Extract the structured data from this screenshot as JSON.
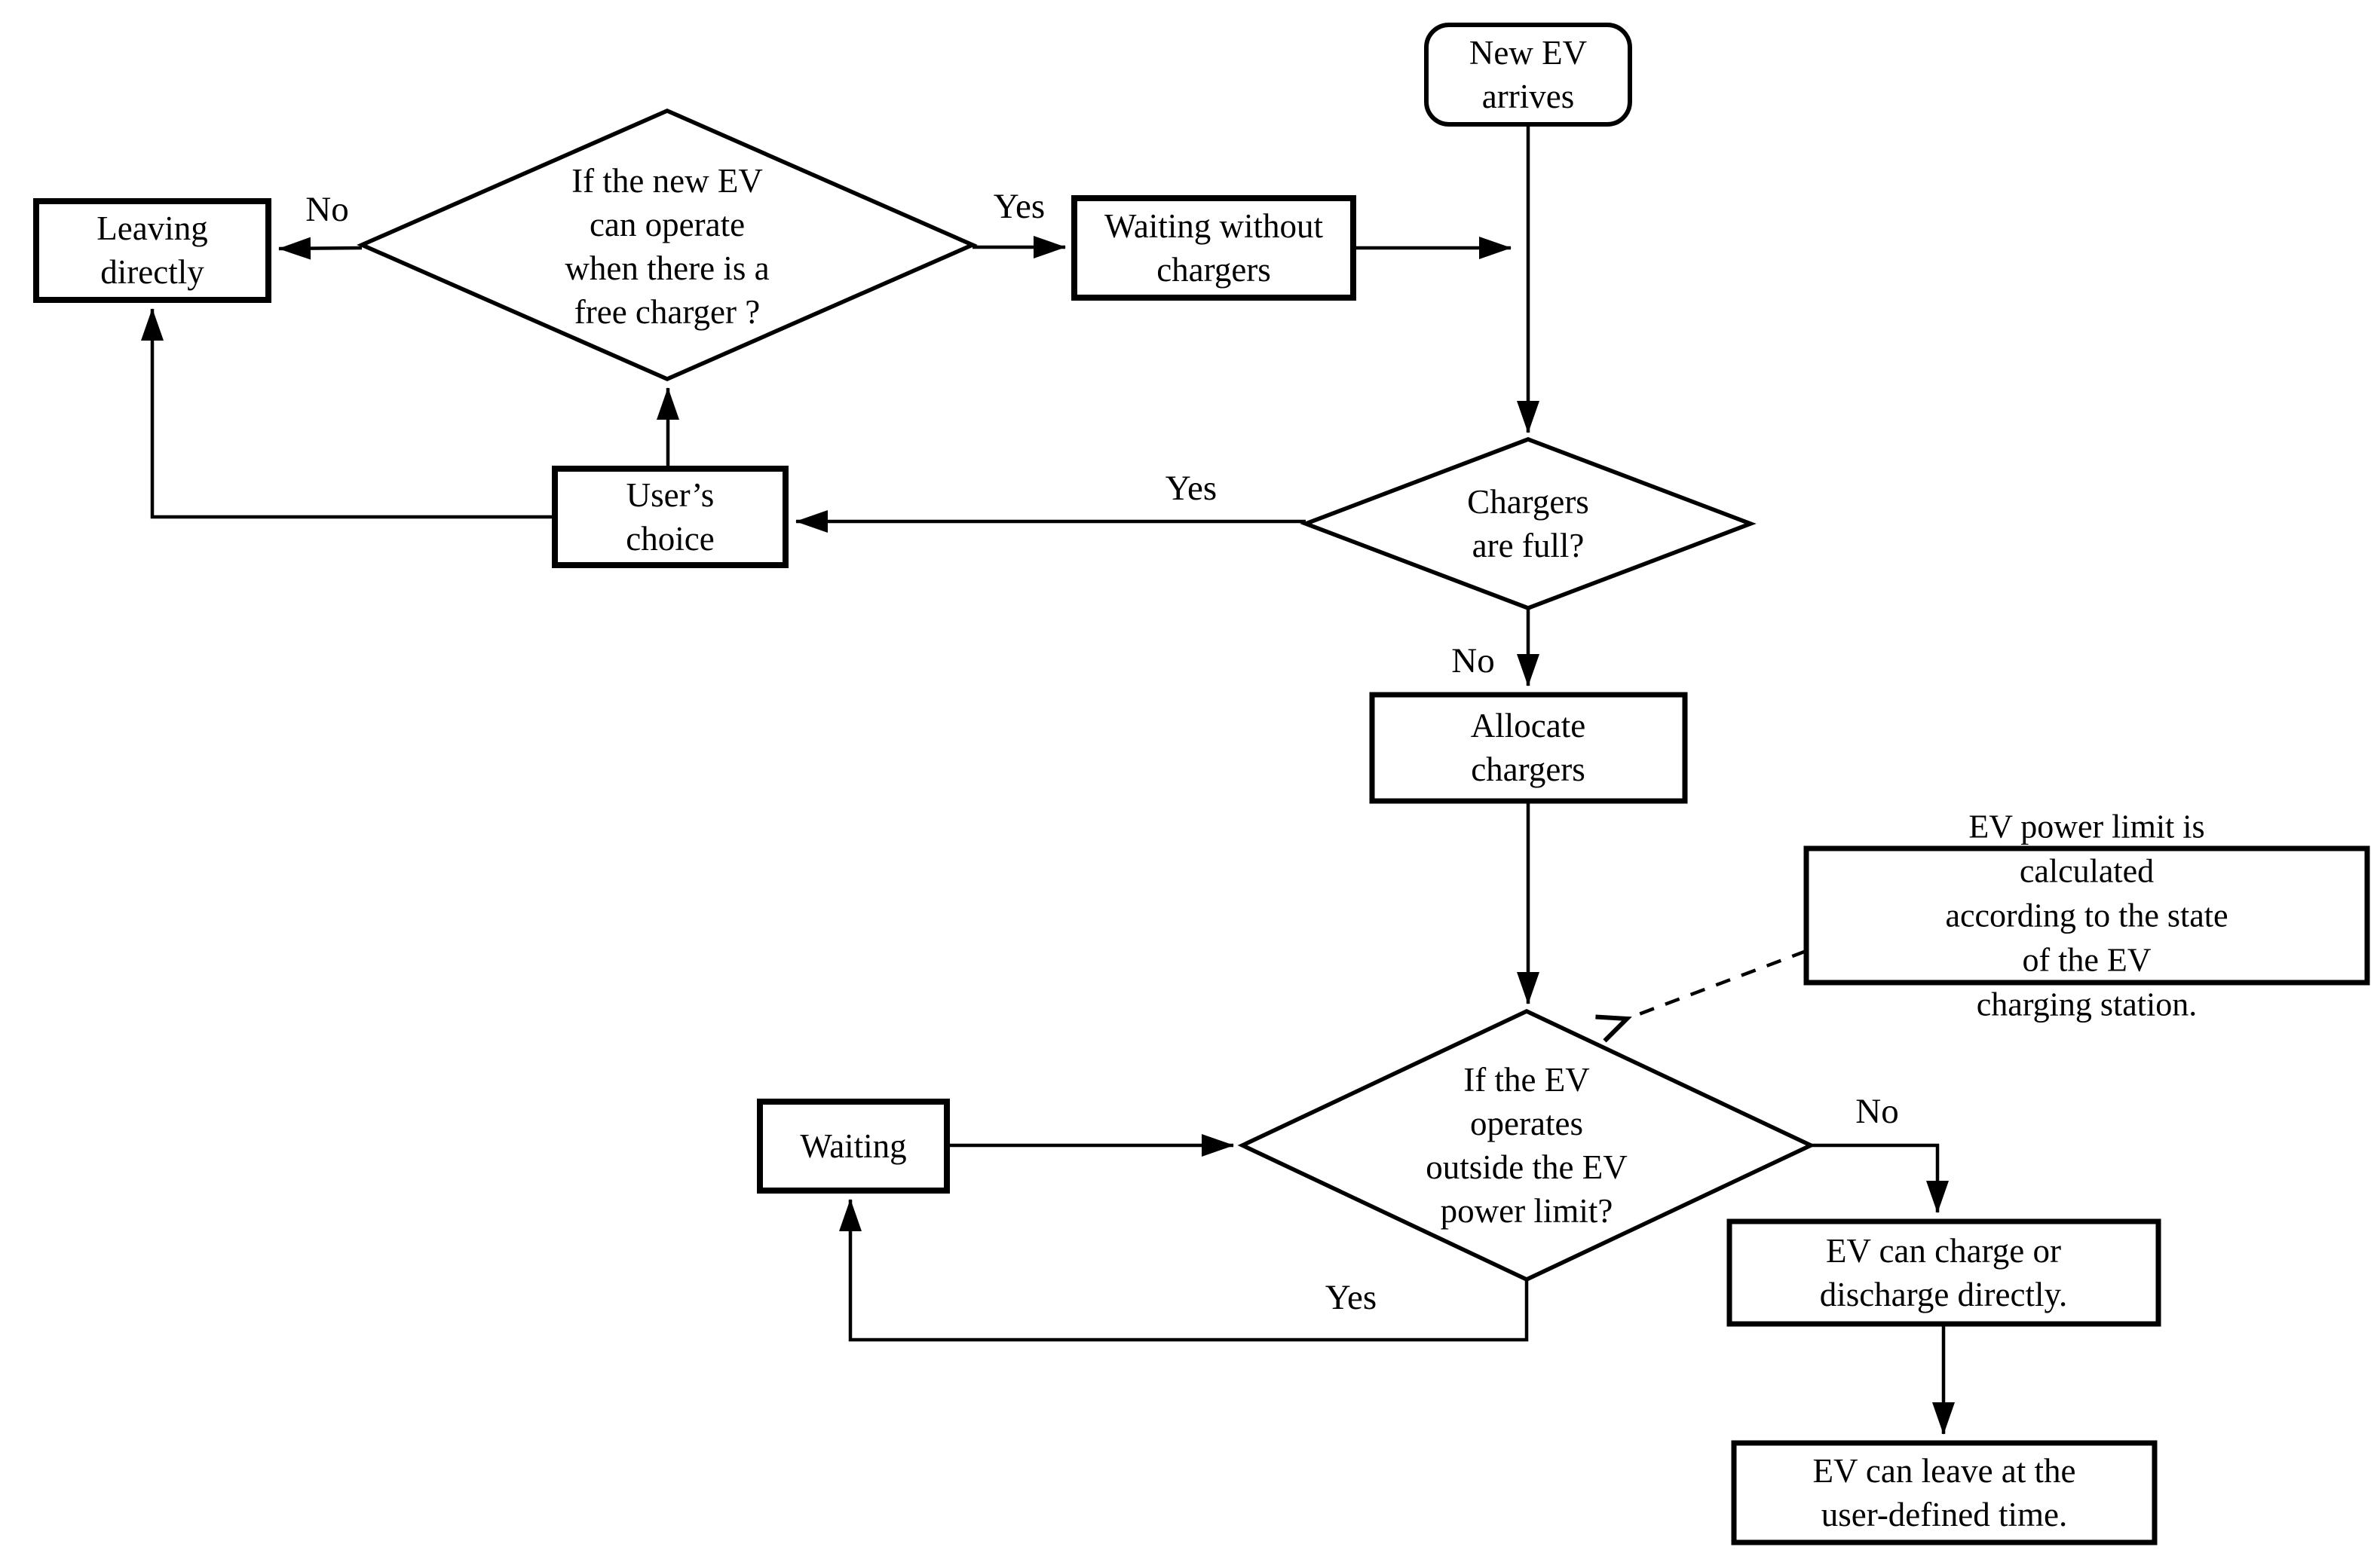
{
  "diagram": {
    "title_hint": "EV charging station decision flowchart",
    "background_color": "#ffffff",
    "line_color": "#000000",
    "nodes": {
      "new_ev": {
        "shape": "rounded-rect",
        "label": "New EV\narrives"
      },
      "can_operate": {
        "shape": "diamond",
        "label": "If the new EV\ncan operate\nwhen there is a\nfree charger ?"
      },
      "leaving": {
        "shape": "rect",
        "label": "Leaving\ndirectly"
      },
      "waiting_without": {
        "shape": "rect",
        "label": "Waiting without\nchargers"
      },
      "chargers_full": {
        "shape": "diamond",
        "label": "Chargers\nare full?"
      },
      "users_choice": {
        "shape": "rect",
        "label": "User’s\nchoice"
      },
      "allocate": {
        "shape": "rect",
        "label": "Allocate\nchargers"
      },
      "note": {
        "shape": "rect",
        "label": "EV power limit is calculated\naccording to the state of the EV\ncharging station."
      },
      "power_limit": {
        "shape": "diamond",
        "label": "If the EV\noperates\noutside the EV\npower limit?"
      },
      "waiting": {
        "shape": "rect",
        "label": "Waiting"
      },
      "charge_discharge": {
        "shape": "rect",
        "label": "EV can charge or\ndischarge directly."
      },
      "leave_time": {
        "shape": "rect",
        "label": "EV can leave at the\nuser-defined time."
      }
    },
    "edge_labels": {
      "can_operate_no": "No",
      "can_operate_yes": "Yes",
      "chargers_full_yes": "Yes",
      "chargers_full_no": "No",
      "power_limit_no": "No",
      "power_limit_yes": "Yes"
    },
    "edges": [
      {
        "from": "new_ev",
        "to": "chargers_full",
        "label": ""
      },
      {
        "from": "waiting_without",
        "to": "new_ev-chargers_full-line",
        "label": ""
      },
      {
        "from": "chargers_full",
        "to": "users_choice",
        "label": "Yes"
      },
      {
        "from": "chargers_full",
        "to": "allocate",
        "label": "No"
      },
      {
        "from": "users_choice",
        "to": "can_operate",
        "label": ""
      },
      {
        "from": "users_choice",
        "to": "leaving",
        "label": ""
      },
      {
        "from": "can_operate",
        "to": "leaving",
        "label": "No"
      },
      {
        "from": "can_operate",
        "to": "waiting_without",
        "label": "Yes"
      },
      {
        "from": "allocate",
        "to": "power_limit",
        "label": ""
      },
      {
        "from": "note",
        "to": "power_limit",
        "label": "",
        "style": "dashed"
      },
      {
        "from": "waiting",
        "to": "power_limit",
        "label": ""
      },
      {
        "from": "power_limit",
        "to": "waiting",
        "label": "Yes"
      },
      {
        "from": "power_limit",
        "to": "charge_discharge",
        "label": "No"
      },
      {
        "from": "charge_discharge",
        "to": "leave_time",
        "label": ""
      }
    ]
  }
}
